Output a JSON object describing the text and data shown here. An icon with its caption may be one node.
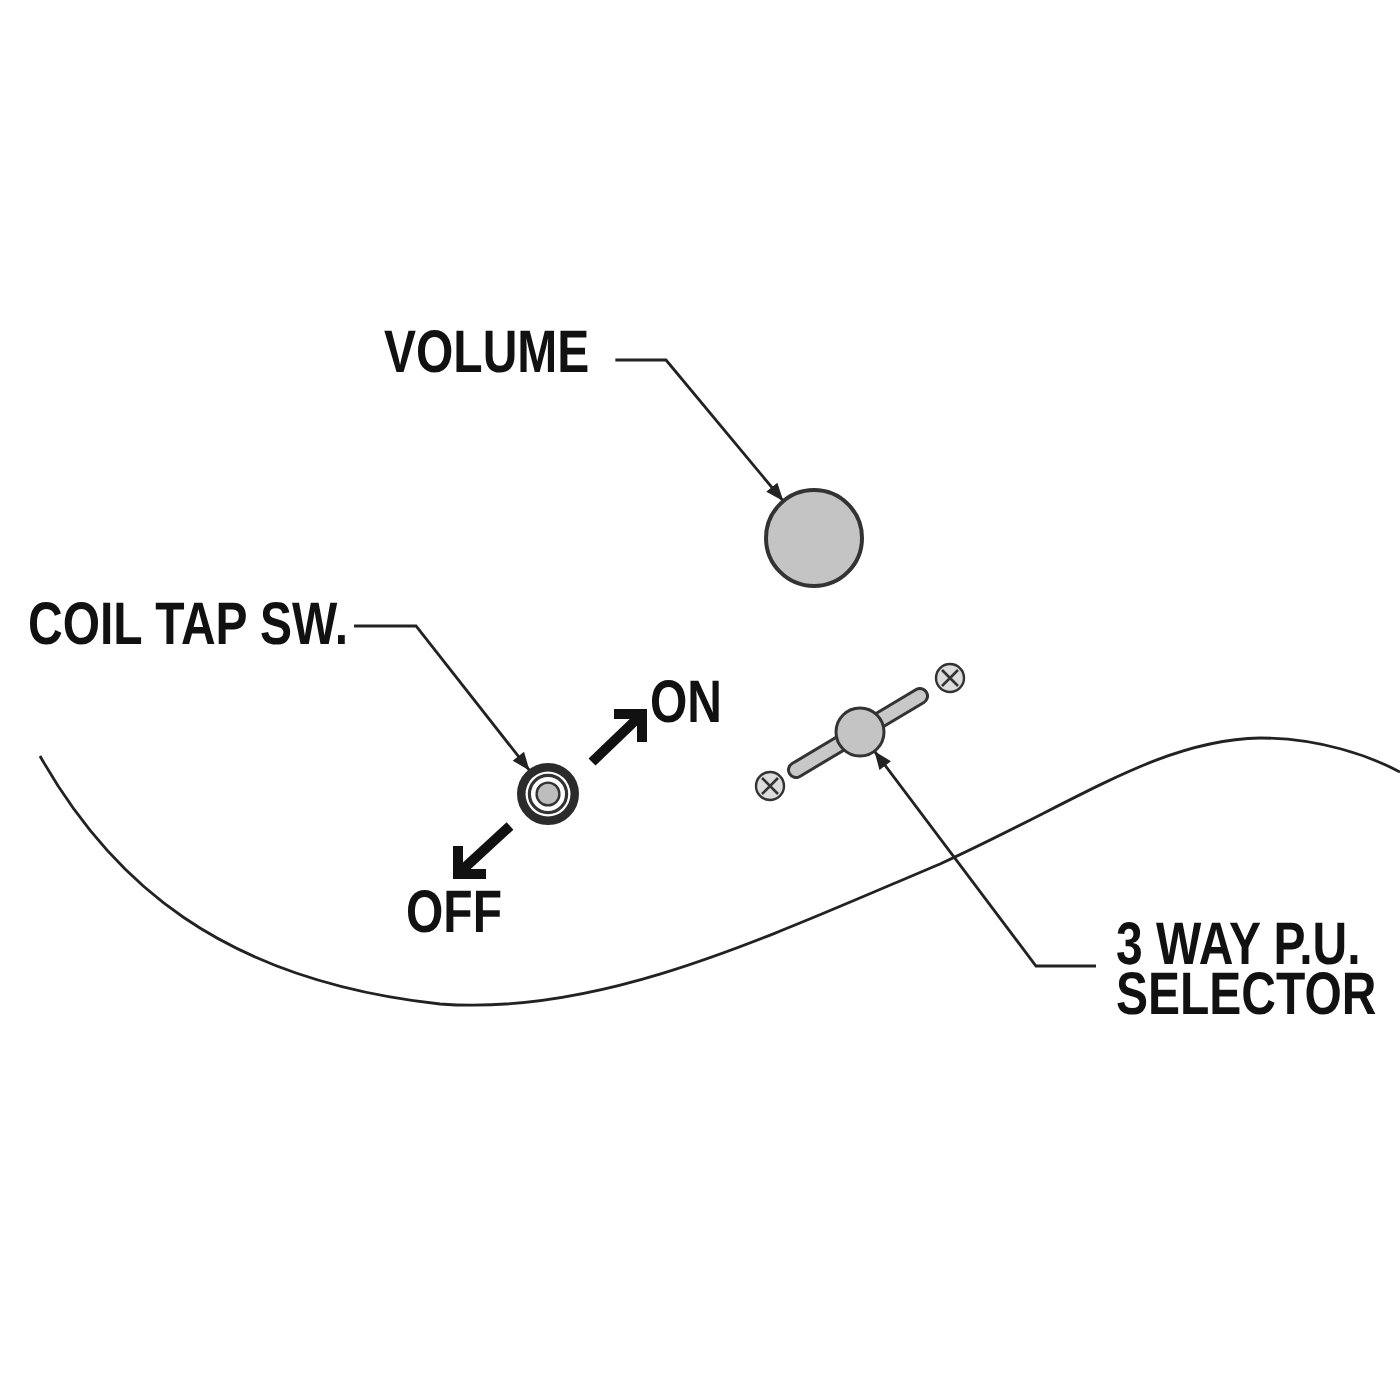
{
  "diagram": {
    "nodes": [
      {
        "text": [
          "VOLUME"
        ]
      },
      {
        "text": [],
        "shape": "circle"
      },
      {
        "text": [
          "COIL TAP SW."
        ]
      },
      {
        "text": [],
        "shape": "circle"
      },
      {
        "text": [],
        "shape": "circle"
      },
      {
        "text": [
          "3 WAY P.U. SELECTOR"
        ]
      }
    ],
    "edges": [
      {
        "from": 0,
        "to": 1,
        "arrow": "to"
      },
      {
        "from": 2,
        "to": 3,
        "arrow": "to"
      },
      {
        "from": 5,
        "to": 4,
        "arrow": "to"
      }
    ],
    "labels": [
      "ON",
      "OFF"
    ]
  }
}
